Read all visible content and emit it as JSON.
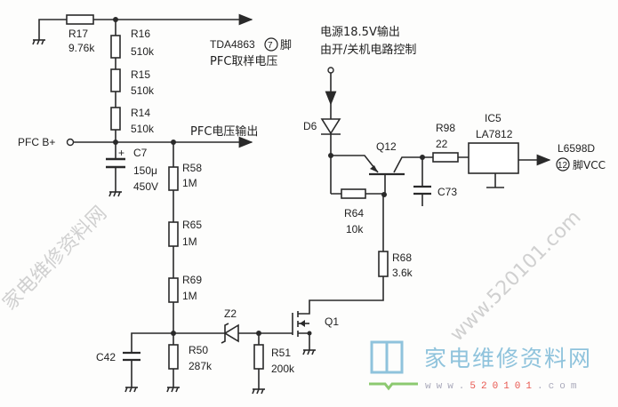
{
  "components": {
    "R17": {
      "name": "R17",
      "value": "9.76k"
    },
    "R16": {
      "name": "R16",
      "value": "510k"
    },
    "R15": {
      "name": "R15",
      "value": "510k"
    },
    "R14": {
      "name": "R14",
      "value": "510k"
    },
    "C7": {
      "name": "C7",
      "value": "150μ",
      "voltage": "450V"
    },
    "R58": {
      "name": "R58",
      "value": "1M"
    },
    "R65": {
      "name": "R65",
      "value": "1M"
    },
    "R69": {
      "name": "R69",
      "value": "1M"
    },
    "R50": {
      "name": "R50",
      "value": "287k"
    },
    "C42": {
      "name": "C42"
    },
    "Z2": {
      "name": "Z2"
    },
    "R51": {
      "name": "R51",
      "value": "200k"
    },
    "Q1": {
      "name": "Q1"
    },
    "R68": {
      "name": "R68",
      "value": "3.6k"
    },
    "R64": {
      "name": "R64",
      "value": "10k"
    },
    "D6": {
      "name": "D6"
    },
    "Q12": {
      "name": "Q12"
    },
    "C73": {
      "name": "C73"
    },
    "R98": {
      "name": "R98",
      "value": "22"
    },
    "IC5": {
      "name": "IC5",
      "part": "LA7812"
    }
  },
  "labels": {
    "tda_pin": "TDA4863",
    "tda_pin_no": "7",
    "tda_pin_suffix": "脚",
    "pfc_sample": "PFC取样电压",
    "pfc_in": "PFC B+",
    "pfc_out": "PFC电压输出",
    "supply_line1": "电源18.5V输出",
    "supply_line2": "由开/关机电路控制",
    "l6598d": "L6598D",
    "l6598d_pin_no": "12",
    "l6598d_pin_suffix": "脚VCC"
  },
  "watermark": {
    "site_name": "家电维修资料网",
    "url_prefix": "www.",
    "url_num": "520101",
    "url_suffix": ".com",
    "diag1": "家电维修资料网",
    "diag2": "www.520101.com"
  },
  "colors": {
    "logo_blue": "#8fc3dc",
    "logo_green": "#8cc970",
    "logo_red": "#e8574f",
    "ink": "#2a2a2a"
  }
}
